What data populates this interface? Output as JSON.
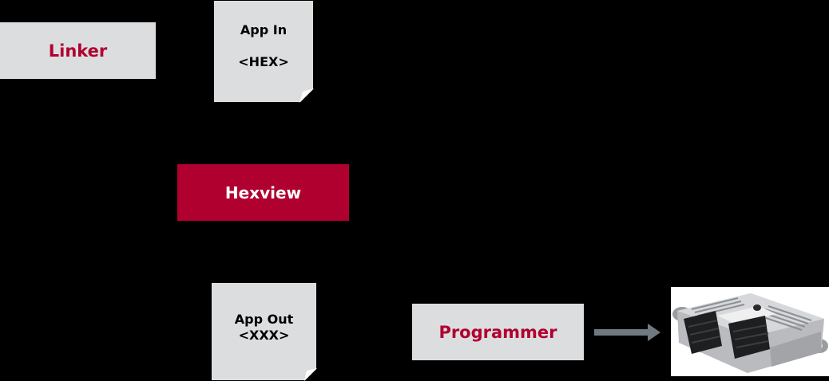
{
  "nodes": {
    "linker": {
      "label": "Linker"
    },
    "app_in": {
      "line1": "App In",
      "line2": "<HEX>"
    },
    "hexview": {
      "label": "Hexview"
    },
    "app_out": {
      "line1": "App Out",
      "line2": "<XXX>"
    },
    "programmer": {
      "label": "Programmer"
    }
  },
  "colors": {
    "background": "#000000",
    "box_grey": "#dcdddf",
    "accent_red": "#b00030",
    "arrow_grey": "#6f7a80"
  },
  "icons": {
    "ecu": "ecu-device-image",
    "arrow": "arrow-right-icon"
  }
}
